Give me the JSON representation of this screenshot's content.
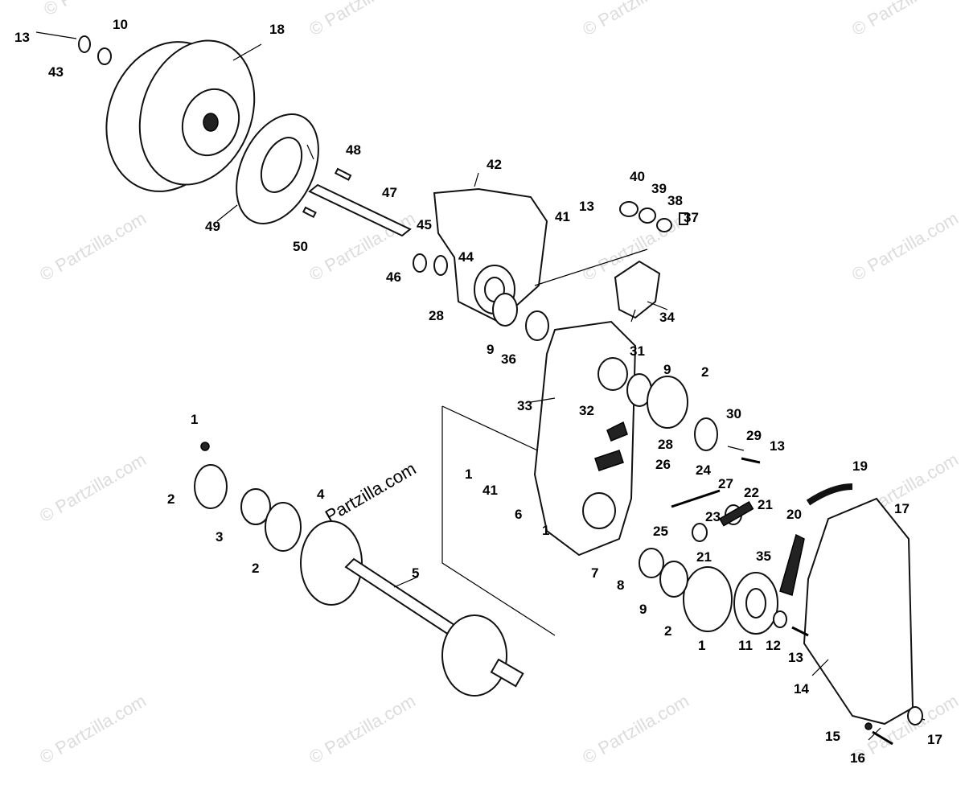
{
  "watermark": "© Partzilla.com",
  "url_text": "Partzilla.com",
  "colors": {
    "ink": "#000000",
    "paper": "#ffffff",
    "watermark": "#dcdcdc"
  },
  "labels": {
    "n1": "1",
    "n2": "2",
    "n3": "3",
    "n4": "4",
    "n5": "5",
    "n6": "6",
    "n7": "7",
    "n8": "8",
    "n9": "9",
    "n10": "10",
    "n11": "11",
    "n12": "12",
    "n13": "13",
    "n14": "14",
    "n15": "15",
    "n16": "16",
    "n17": "17",
    "n18": "18",
    "n19": "19",
    "n20": "20",
    "n21": "21",
    "n22": "22",
    "n23": "23",
    "n24": "24",
    "n25": "25",
    "n26": "26",
    "n27": "27",
    "n28": "28",
    "n29": "29",
    "n30": "30",
    "n31": "31",
    "n32": "32",
    "n33": "33",
    "n34": "34",
    "n35": "35",
    "n36": "36",
    "n37": "37",
    "n38": "38",
    "n39": "39",
    "n40": "40",
    "n41": "41",
    "n42": "42",
    "n43": "43",
    "n44": "44",
    "n45": "45",
    "n46": "46",
    "n47": "47",
    "n48": "48",
    "n49": "49",
    "n50": "50"
  }
}
